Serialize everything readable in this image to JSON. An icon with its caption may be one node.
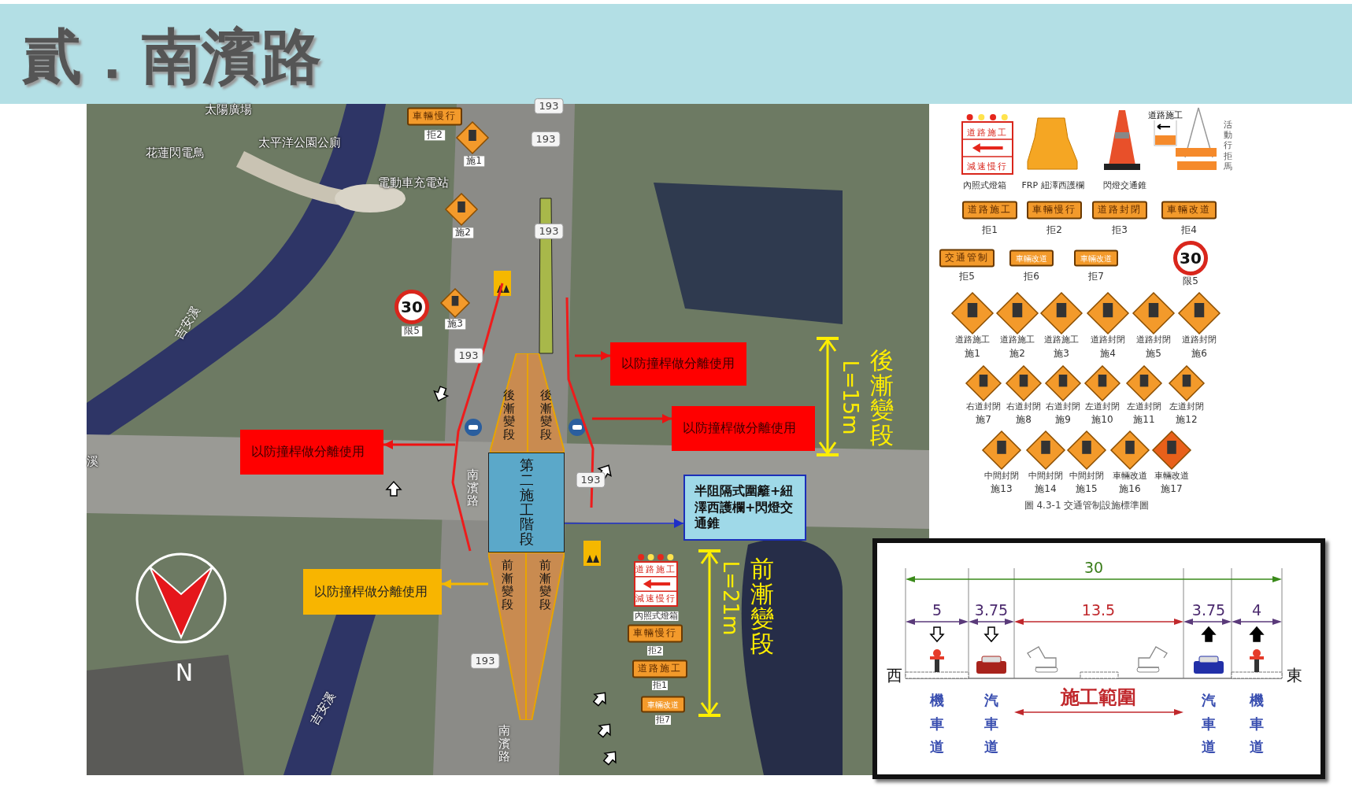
{
  "diagram": {
    "title": "貳．南濱路",
    "nodes": [
      {
        "text": [
          "以防撞桿做分離使用"
        ]
      },
      {
        "text": [
          "以防撞桿做分離使用"
        ]
      },
      {
        "text": [
          "以防撞桿做分離使用"
        ]
      },
      {
        "text": [
          "半阻隔式圍籬+紐澤西護欄+閃燈交通錐"
        ]
      },
      {
        "text": [
          "第二施工階段"
        ]
      },
      {
        "text": [
          "後漸變段"
        ]
      },
      {
        "text": [
          "後漸變段"
        ]
      },
      {
        "text": [
          "前漸變段"
        ]
      },
      {
        "text": [
          "前漸變段"
        ]
      },
      {
        "text": [
          "以防撞桿做分離使用"
        ]
      },
      {
        "text": [],
        "shape": "bar"
      },
      {
        "text": [],
        "shape": "bar"
      }
    ],
    "edges": [
      {
        "from": 11,
        "to": 0,
        "arrow": "to"
      },
      {
        "from": 11,
        "to": 1,
        "arrow": "to"
      },
      {
        "from": 10,
        "to": 2,
        "arrow": "to"
      },
      {
        "from": 4,
        "to": 3,
        "arrow": "to",
        "color": "#1f2fc8"
      },
      {
        "from": 7,
        "to": 9,
        "arrow": "to",
        "color": "#f5b800"
      }
    ],
    "labels": [
      "太陽廣場",
      "太平洋公園公廁",
      "花蓮閃電鳥",
      "電動車充電站",
      "車輛慢行",
      "拒2",
      "施1",
      "施2",
      "吉安溪",
      "30",
      "限5",
      "施3",
      "193",
      "193",
      "193",
      "193",
      "193",
      "193",
      "L=15m",
      "後漸變段",
      "溪",
      "南濱路",
      "N",
      "道路施工",
      "減速慢行",
      "內照式燈箱",
      "車輛慢行",
      "拒2",
      "L=21m",
      "前漸變段",
      "道路施工",
      "拒1",
      "車輛改道",
      "拒7",
      "吉安溪",
      "南濱路",
      "道路施工",
      "減速慢行",
      "內照式燈箱",
      "FRP 紐澤西護欄",
      "閃燈交通錐",
      "道路施工",
      "活動行拒馬",
      "道路施工",
      "拒1",
      "車輛慢行",
      "拒2",
      "道路封閉",
      "拒3",
      "車輛改道",
      "拒4",
      "交通管制",
      "拒5",
      "車輛改道",
      "拒6",
      "車輛改道",
      "拒7",
      "30",
      "限5",
      "道路施工",
      "施1",
      "道路施工",
      "施2",
      "道路施工",
      "施3",
      "道路封閉",
      "施4",
      "道路封閉",
      "施5",
      "道路封閉",
      "施6",
      "右道封閉",
      "施7",
      "右道封閉",
      "施8",
      "右道封閉",
      "施9",
      "左道封閉",
      "施10",
      "左道封閉",
      "施11",
      "左道封閉",
      "施12",
      "中間封閉",
      "施13",
      "中間封閉",
      "施14",
      "中間封閉",
      "施15",
      "車輛改道",
      "施16",
      "車輛改道",
      "施17",
      "圖 4.3-1 交通管制設施標準圖",
      "30",
      "5",
      "3.75",
      "13.5",
      "3.75",
      "4",
      "西",
      "東",
      "機車道",
      "汽車道",
      "施工範圍",
      "汽車道",
      "機車道"
    ]
  }
}
